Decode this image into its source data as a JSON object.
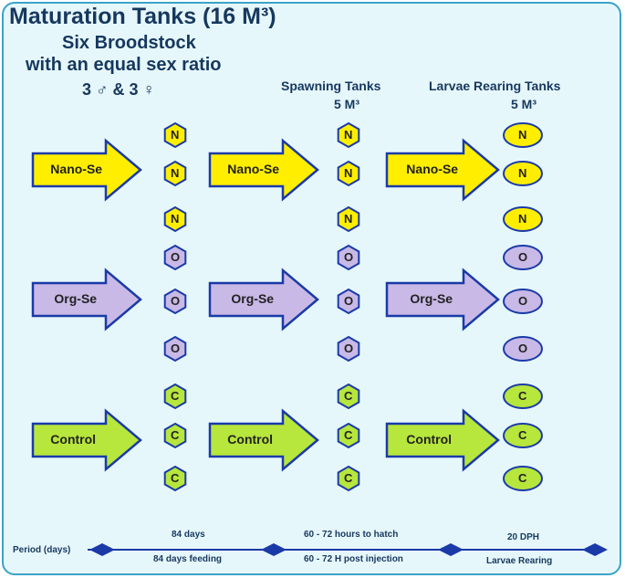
{
  "title": "Maturation Tanks (16 M³)",
  "subtitle_line1": "Six Broodstock",
  "subtitle_line2": "with an equal sex ratio",
  "sex_ratio": "3 ♂ & 3 ♀",
  "spawning_header": "Spawning Tanks",
  "spawning_volume": "5 M³",
  "larvae_header": "Larvae Rearing Tanks",
  "larvae_volume": "5 M³",
  "treatments": [
    {
      "label": "Nano-Se",
      "code": "N",
      "color": "#ffee00"
    },
    {
      "label": "Org-Se",
      "code": "O",
      "color": "#c9b9e6"
    },
    {
      "label": "Control",
      "code": "C",
      "color": "#b7e63c"
    }
  ],
  "timeline": {
    "period_label": "Period (days)",
    "stage1_top": "84 days",
    "stage1_bottom": "84 days feeding",
    "stage2_top": "60 - 72 hours  to hatch",
    "stage2_bottom": "60 - 72 H post injection",
    "stage3_top": "20 DPH",
    "stage3_bottom": "Larvae Rearing"
  },
  "colors": {
    "arrow_stroke": "#1a3aa8",
    "hex_stroke": "#1a3aa8",
    "timeline": "#1a3aa8",
    "title": "#16385e"
  }
}
